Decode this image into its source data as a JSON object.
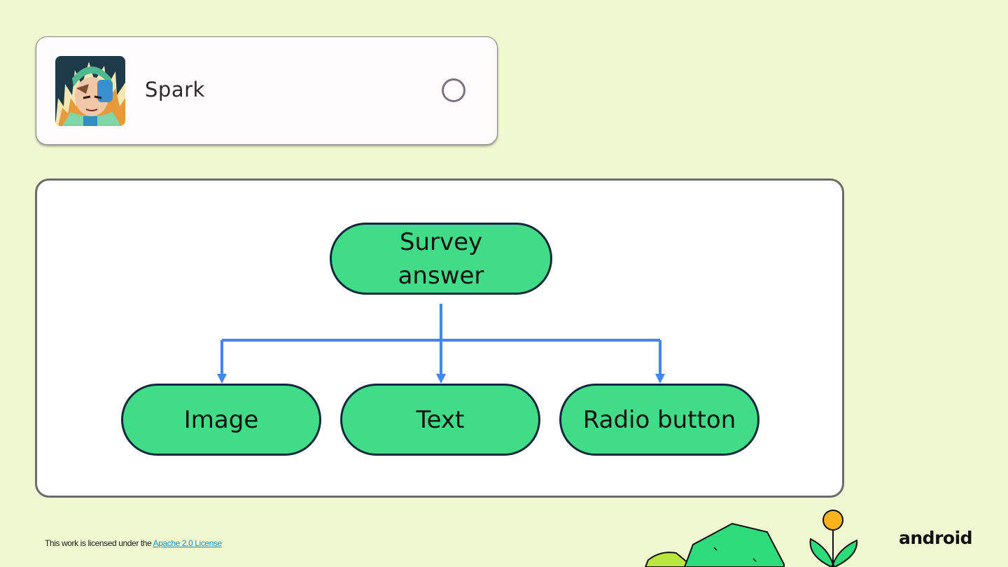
{
  "card": {
    "name": "Spark",
    "avatar_icon": "superhero-avatar-icon",
    "radio_selected": false
  },
  "diagram": {
    "root": {
      "line1": "Survey",
      "line2": "answer"
    },
    "children": [
      {
        "label": "Image"
      },
      {
        "label": "Text"
      },
      {
        "label": "Radio button"
      }
    ],
    "colors": {
      "node_fill": "#41dc87",
      "node_border": "#12293b",
      "connector": "#4285f4"
    }
  },
  "footer": {
    "license_prefix": "This work is licensed under the ",
    "license_link": "Apache 2.0 License",
    "brand": "android"
  },
  "colors": {
    "background": "#eff8d0",
    "panel": "#ffffff"
  }
}
